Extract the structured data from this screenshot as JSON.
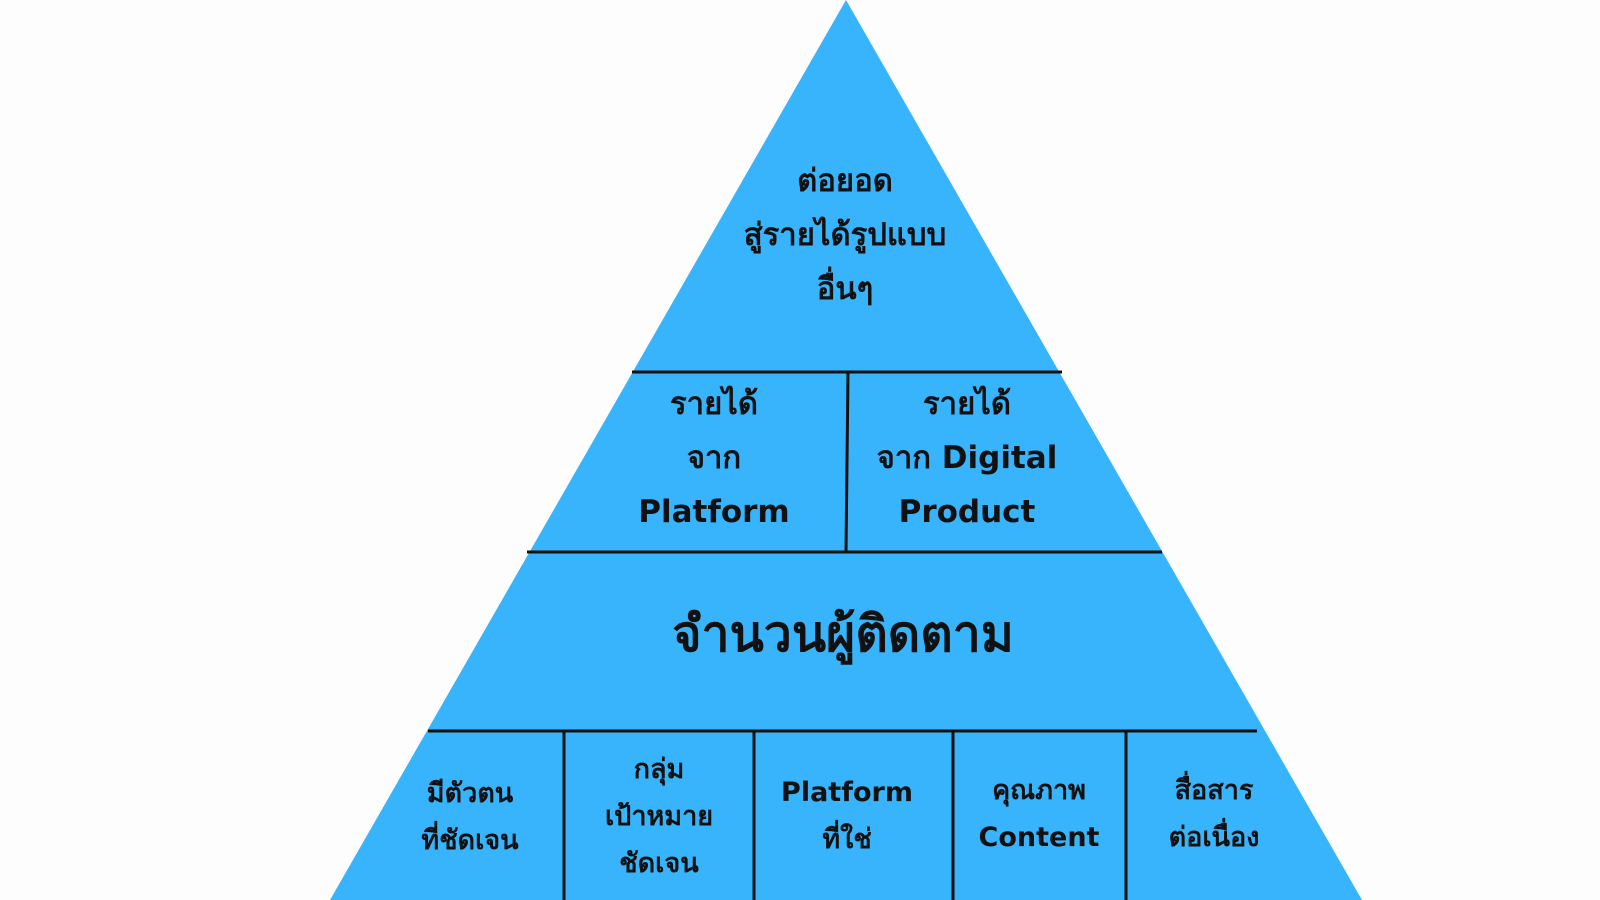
{
  "colors": {
    "background": "#fdfdfd",
    "pyramid_fill": "#38b4fd",
    "divider": "#111111",
    "text": "#111111"
  },
  "tiers": {
    "top": {
      "lines": [
        "ต่อยอด",
        "สู่รายได้รูปแบบ",
        "อื่นๆ"
      ]
    },
    "second": {
      "left": {
        "lines": [
          "รายได้",
          "จาก",
          "Platform"
        ]
      },
      "right": {
        "lines": [
          "รายได้",
          "จาก Digital",
          "Product"
        ]
      }
    },
    "third": {
      "title": "จำนวนผู้ติดตาม"
    },
    "base": {
      "cells": [
        {
          "lines": [
            "มีตัวตน",
            "ที่ชัดเจน"
          ]
        },
        {
          "lines": [
            "กลุ่ม",
            "เป้าหมาย",
            "ชัดเจน"
          ]
        },
        {
          "lines": [
            "Platform",
            "ที่ใช่"
          ]
        },
        {
          "lines": [
            "คุณภาพ",
            "Content"
          ]
        },
        {
          "lines": [
            "สื่อสาร",
            "ต่อเนื่อง"
          ]
        }
      ]
    }
  }
}
